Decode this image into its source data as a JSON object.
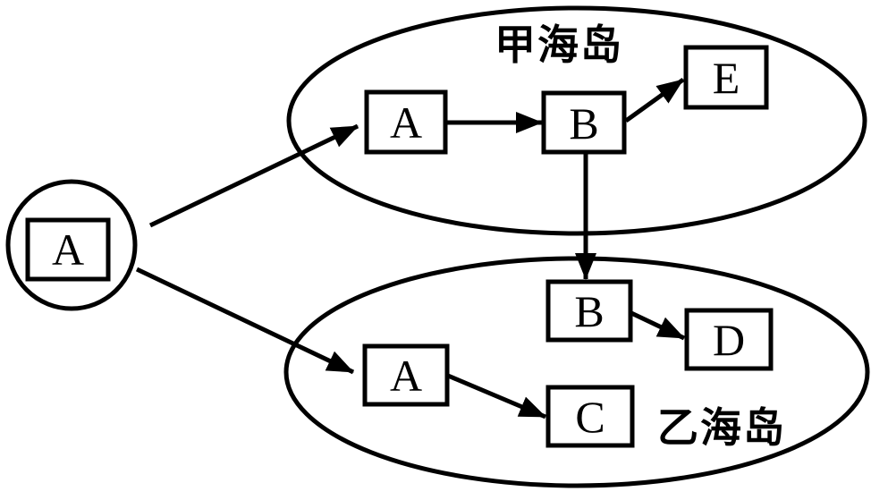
{
  "diagram": {
    "description": "Species dispersal flow diagram between two islands",
    "colors": {
      "stroke": "#000000",
      "background": "#ffffff"
    },
    "external_source": {
      "label": "A"
    },
    "top_island": {
      "label": "甲海岛",
      "nodes": {
        "a": "A",
        "b": "B",
        "e": "E"
      }
    },
    "bottom_island": {
      "label": "乙海岛",
      "nodes": {
        "a": "A",
        "b": "B",
        "c": "C",
        "d": "D"
      }
    },
    "edges": [
      {
        "from": "external-A",
        "to": "top-island-A"
      },
      {
        "from": "external-A",
        "to": "bottom-island-A"
      },
      {
        "from": "top-island-A",
        "to": "top-island-B"
      },
      {
        "from": "top-island-B",
        "to": "top-island-E"
      },
      {
        "from": "top-island-B",
        "to": "bottom-island-B"
      },
      {
        "from": "bottom-island-A",
        "to": "bottom-island-C"
      },
      {
        "from": "bottom-island-B",
        "to": "bottom-island-D"
      }
    ]
  }
}
